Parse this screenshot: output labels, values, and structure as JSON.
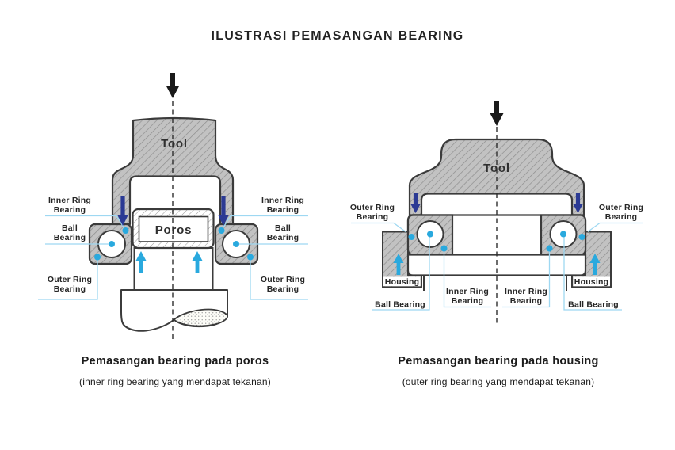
{
  "title": "ILUSTRASI PEMASANGAN BEARING",
  "colors": {
    "outline": "#3b3b3b",
    "metal_fill": "#c2c2c2",
    "hatch_line": "#8e8e8e",
    "press_arrow": "#2b3a94",
    "reaction_arrow": "#29a9de",
    "marker_dot": "#29a9de",
    "leader_line": "#9ed8f2",
    "label_text": "#262626"
  },
  "labels": {
    "tool": "Tool",
    "poros": "Poros",
    "housing": "Housing",
    "inner_ring": [
      "Inner Ring",
      "Bearing"
    ],
    "ball_two_line": [
      "Ball",
      "Bearing"
    ],
    "outer_ring": [
      "Outer Ring",
      "Bearing"
    ],
    "ball_bearing": "Ball Bearing"
  },
  "left_figure": {
    "caption": "Pemasangan bearing pada poros",
    "subcaption": "(inner ring bearing yang mendapat tekanan)"
  },
  "right_figure": {
    "caption": "Pemasangan bearing pada housing",
    "subcaption": "(outer ring bearing yang mendapat tekanan)"
  }
}
